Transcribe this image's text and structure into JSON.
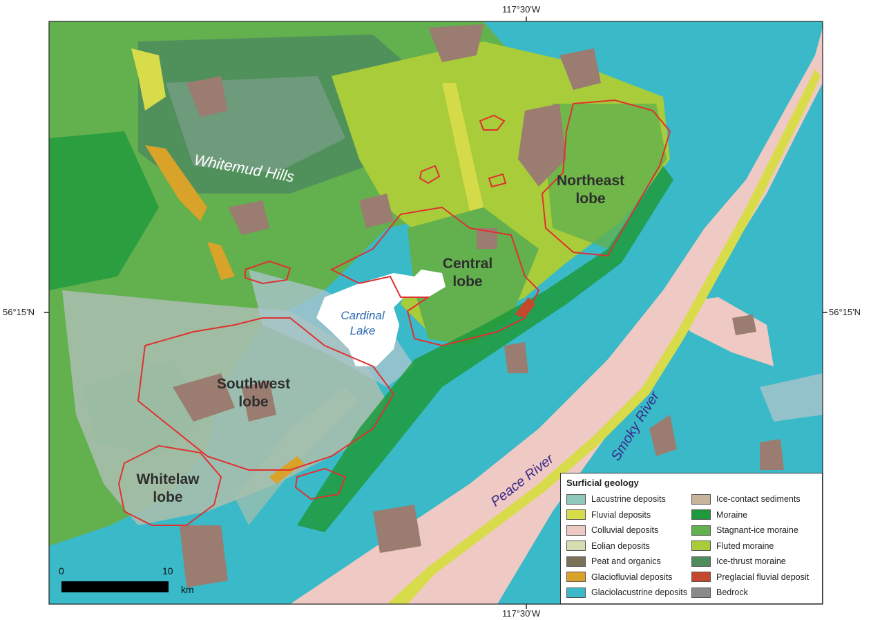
{
  "coordinates": {
    "top_lon": "117°30'W",
    "bottom_lon": "117°30'W",
    "left_lat": "56°15'N",
    "right_lat": "56°15'N"
  },
  "labels": {
    "whitemud_hills": "Whitemud Hills",
    "cardinal_lake_1": "Cardinal",
    "cardinal_lake_2": "Lake",
    "northeast_1": "Northeast",
    "northeast_2": "lobe",
    "central_1": "Central",
    "central_2": "lobe",
    "southwest_1": "Southwest",
    "southwest_2": "lobe",
    "whitelaw_1": "Whitelaw",
    "whitelaw_2": "lobe",
    "peace_river": "Peace River",
    "smoky_river": "Smoky River"
  },
  "scale_bar": {
    "start": "0",
    "end": "10",
    "unit": "km"
  },
  "legend": {
    "title": "Surficial geology",
    "items": [
      {
        "label": "Lacustrine deposits",
        "color": "#8ec8b8"
      },
      {
        "label": "Fluvial deposits",
        "color": "#d8dc4a"
      },
      {
        "label": "Colluvial deposits",
        "color": "#efc9c3"
      },
      {
        "label": "Eolian deposits",
        "color": "#d5ddb0"
      },
      {
        "label": "Peat and organics",
        "color": "#7a7256"
      },
      {
        "label": "Glaciofluvial deposits",
        "color": "#d9a229"
      },
      {
        "label": "Glaciolacustrine deposits",
        "color": "#3ab9c8"
      },
      {
        "label": "Ice-contact sediments",
        "color": "#c8b49c"
      },
      {
        "label": "Moraine",
        "color": "#1e9a3c"
      },
      {
        "label": "Stagnant-ice moraine",
        "color": "#62b04e"
      },
      {
        "label": "Fluted moraine",
        "color": "#a8cc3a"
      },
      {
        "label": "Ice-thrust moraine",
        "color": "#4e8c5e"
      },
      {
        "label": "Preglacial fluvial deposit",
        "color": "#c4492c"
      },
      {
        "label": "Bedrock",
        "color": "#8a8a8a"
      }
    ]
  },
  "colors": {
    "lobe_outline": "#e03030",
    "lake": "#ffffff",
    "river_label": "#3a2a8a",
    "lake_label": "#2a6ab0"
  }
}
